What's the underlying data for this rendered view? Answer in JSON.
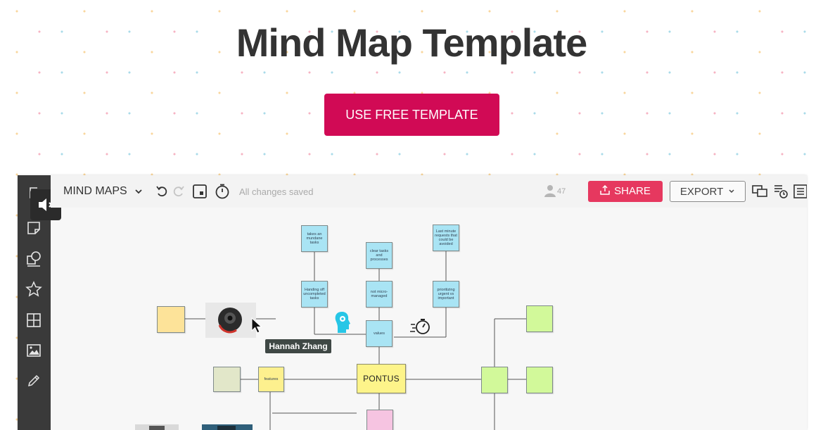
{
  "hero": {
    "title": "Mind Map Template",
    "cta_label": "USE FREE TEMPLATE"
  },
  "colors": {
    "cta": "#d10a55",
    "share": "#e6385f",
    "rail": "#3a3a3a",
    "note_blue": "#a9e4f4",
    "note_yellow": "#fde399",
    "note_green": "#d2f99a",
    "note_central": "#fdf48a"
  },
  "toolbar": {
    "board_name": "MIND MAPS",
    "save_status": "All changes saved",
    "user_count": "47",
    "share_label": "SHARE",
    "export_label": "EXPORT"
  },
  "left_rail": {
    "icons": [
      "back-arrow-icon",
      "sticky-note-icon",
      "shapes-icon",
      "star-icon",
      "grid-icon",
      "image-icon",
      "pencil-icon"
    ]
  },
  "canvas": {
    "central_node": "PONTUS",
    "notes": {
      "n1": "takes an mundane tasks",
      "n2": "clear tasks and processes",
      "n3": "Last minute requests that could be avoided",
      "n4": "Handing off uncompleted tasks",
      "n5": "not micro-managed",
      "n6": "prioritizing urgent vs important",
      "n7": "values",
      "n8": "features"
    },
    "tooltip": "Hannah Zhang"
  }
}
